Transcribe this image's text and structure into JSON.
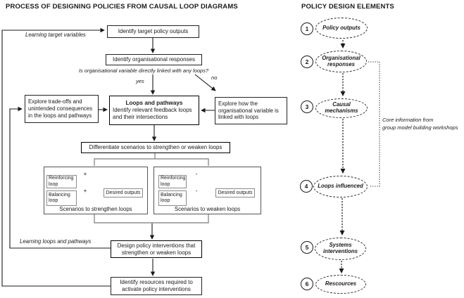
{
  "titles": {
    "left": "PROCESS OF DESIGNING POLICIES FROM CAUSAL LOOP DIAGRAMS",
    "right": "POLICY DESIGN ELEMENTS"
  },
  "process": {
    "identify_target": "Identify target policy outputs",
    "identify_org": "Identify organisational responses",
    "question": "Is organisational variable directly linked with any loops?",
    "yes_label": "yes",
    "no_label": "no",
    "explore_tradeoffs": "Explore trade-offs and unintended consequences in the loops and pathways",
    "loops_pathways_heading": "Loops and pathways",
    "loops_pathways_body": "Identify relevant feedback loops and their intersections",
    "explore_linked": "Explore how the organisational variable is linked with loops",
    "differentiate": "Differentiate scenarios to strengthen or weaken loops",
    "design_interventions": "Design policy interventions that strengthen or weaken loops",
    "identify_resources": "Identify resources required to activate policy interventions",
    "feedback_target": "Learning target variables",
    "feedback_loops": "Learning loops and pathways"
  },
  "scenarios": {
    "strengthen": {
      "reinforcing": "Reinforcing loop",
      "balancing": "Balancing loop",
      "desired": "Desired outputs",
      "sign_reinforcing": "+",
      "sign_balancing": "+",
      "caption": "Scenarios to strengthen loops"
    },
    "weaken": {
      "reinforcing": "Reinforcing loop",
      "balancing": "Balancing loop",
      "desired": "Desired outputs",
      "sign_reinforcing": "-",
      "sign_balancing": "-",
      "caption": "Scenarios to weaken loops"
    }
  },
  "elements": {
    "items": [
      {
        "num": "1",
        "label": "Policy outputs"
      },
      {
        "num": "2",
        "label": "Organisational responses"
      },
      {
        "num": "3",
        "label": "Causal mechanisms"
      },
      {
        "num": "4",
        "label": "Loops influenced"
      },
      {
        "num": "5",
        "label": "Systems interventions"
      },
      {
        "num": "6",
        "label": "Rescources"
      }
    ],
    "annotation_line1": "Core information from",
    "annotation_line2": "group model building workshops"
  },
  "colors": {
    "line": "#1a1a1a",
    "bracket": "#8f8f8f",
    "inner_border": "#8a8a8a"
  }
}
